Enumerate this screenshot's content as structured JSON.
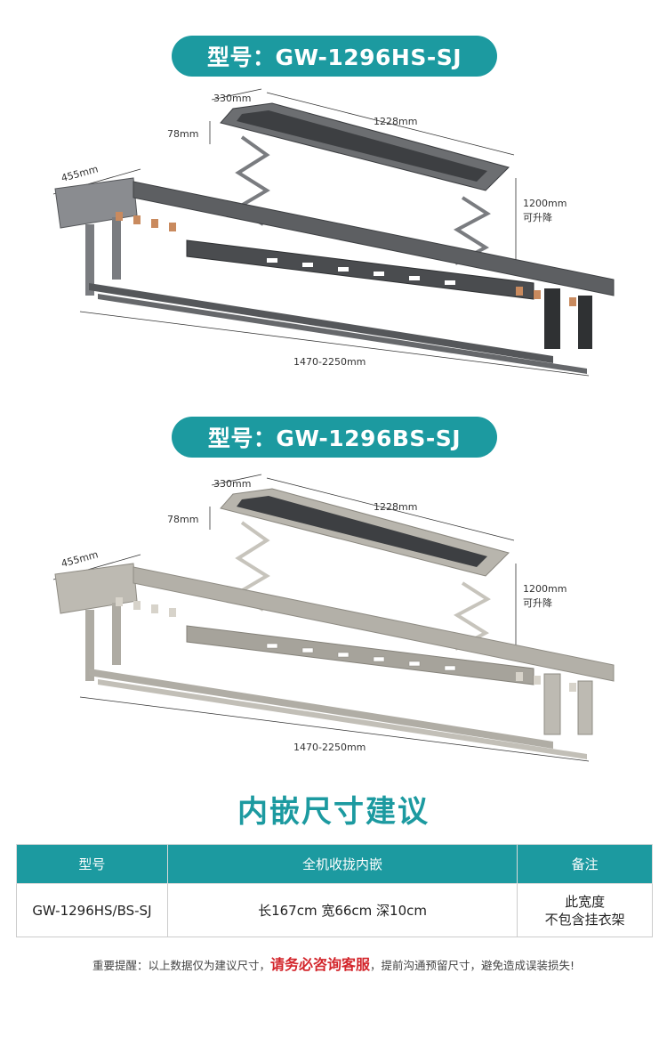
{
  "product_1": {
    "model_label": "型号：GW-1296HS-SJ",
    "dims": {
      "width_top": "330mm",
      "length_top": "1228mm",
      "height_top": "78mm",
      "side_width": "455mm",
      "lift_range": "1200mm",
      "lift_note": "可升降",
      "total_length": "1470-2250mm"
    },
    "colors": {
      "body": "#5d5f62",
      "rail": "#4a4c4f",
      "accent": "#c98a5e"
    }
  },
  "product_2": {
    "model_label": "型号：GW-1296BS-SJ",
    "dims": {
      "width_top": "330mm",
      "length_top": "1228mm",
      "height_top": "78mm",
      "side_width": "455mm",
      "lift_range": "1200mm",
      "lift_note": "可升降",
      "total_length": "1470-2250mm"
    },
    "colors": {
      "body": "#b3b0a8",
      "rail": "#a6a39b",
      "accent": "#d7d3ca"
    }
  },
  "section_title": "内嵌尺寸建议",
  "table": {
    "headers": [
      "型号",
      "全机收拢内嵌",
      "备注"
    ],
    "rows": [
      {
        "model": "GW-1296HS/BS-SJ",
        "size": "长167cm  宽66cm  深10cm",
        "note_line1": "此宽度",
        "note_line2": "不包含挂衣架"
      }
    ]
  },
  "reminder": {
    "prefix": "重要提醒：以上数据仅为建议尺寸，",
    "highlight": "请务必咨询客服",
    "suffix": "，提前沟通预留尺寸，避免造成误装损失!"
  },
  "brand_color": "#1c9aa0",
  "highlight_color": "#d3252b"
}
